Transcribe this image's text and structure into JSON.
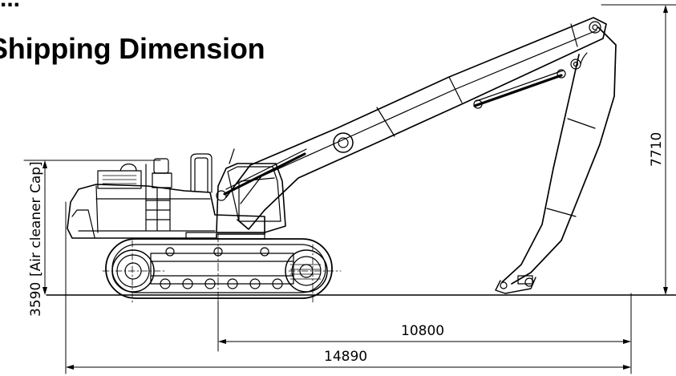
{
  "header": {
    "title": "Shipping Dimension",
    "top_fragment": "..."
  },
  "dimensions": {
    "air_cleaner_height_value": "3590",
    "air_cleaner_label": "[Air cleaner Cap]",
    "overall_height": "7710",
    "front_reach": "10800",
    "overall_length": "14890"
  },
  "colors": {
    "line": "#000000",
    "background": "#ffffff"
  }
}
